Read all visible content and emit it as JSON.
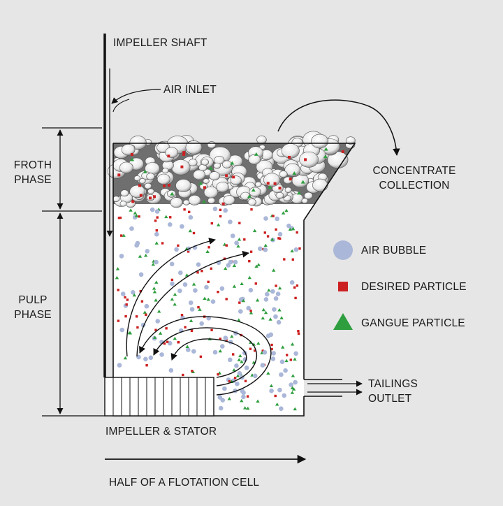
{
  "labels": {
    "impeller_shaft": "IMPELLER SHAFT",
    "air_inlet": "AIR INLET",
    "froth_phase": [
      "FROTH",
      "PHASE"
    ],
    "pulp_phase": [
      "PULP",
      "PHASE"
    ],
    "concentrate_collection": [
      "CONCENTRATE",
      "COLLECTION"
    ],
    "tailings_outlet": [
      "TAILINGS",
      "OUTLET"
    ],
    "impeller_stator": "IMPELLER & STATOR",
    "caption": "HALF OF A FLOTATION CELL"
  },
  "legend": {
    "items": [
      {
        "label": "AIR BUBBLE",
        "icon": "circle-icon",
        "color": "#aab7d8"
      },
      {
        "label": "DESIRED PARTICLE",
        "icon": "square-icon",
        "color": "#cc2020"
      },
      {
        "label": "GANGUE PARTICLE",
        "icon": "triangle-icon",
        "color": "#2e9e3e"
      }
    ]
  },
  "colors": {
    "background": "#e6e6e6",
    "air_bubble": "#aab7d8",
    "desired_particle": "#cc2020",
    "gangue_particle": "#2e9e3e",
    "line": "#111111"
  }
}
